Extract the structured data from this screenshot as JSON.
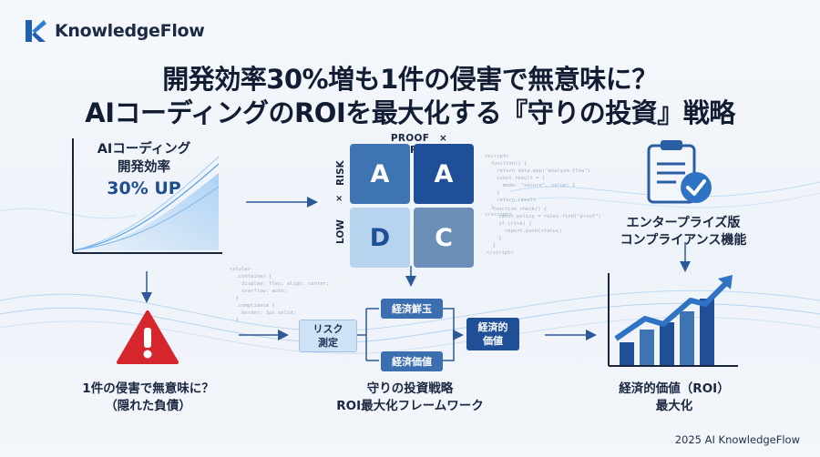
{
  "brand": {
    "name": "KnowledgeFlow"
  },
  "title": {
    "line1": "開発効率30%増も1件の侵害で無意味に？",
    "line2": "AIコーディングのROIを最大化する『守りの投資』戦略"
  },
  "efficiency": {
    "line1": "AIコーディング",
    "line2": "開発効率",
    "highlight": "30% UP"
  },
  "matrix": {
    "top_label": "PROOF　× AWARENESS",
    "left_label_top": "RISK",
    "left_label_mid": "×",
    "left_label_bottom": "LOW",
    "cells": [
      {
        "letter": "A",
        "color": "#3f74b3"
      },
      {
        "letter": "A",
        "color": "#1f4f96"
      },
      {
        "letter": "D",
        "color": "#b8d3ee"
      },
      {
        "letter": "C",
        "color": "#6b8fb7"
      }
    ]
  },
  "compliance": {
    "line1": "エンタープライズ版",
    "line2": "コンプライアンス機能"
  },
  "risk": {
    "line1": "1件の侵害で無意味に？",
    "line2": "（隠れた負債）"
  },
  "framework": {
    "measure": "リスク\n測定",
    "top_node": "経済鮮玉",
    "bottom_node": "経済価値",
    "result": "経済的\n価値",
    "caption1": "守りの投資戦略",
    "caption2": "ROI最大化フレームワーク"
  },
  "roi": {
    "line1": "経済的価値（ROI）",
    "line2": "最大化"
  },
  "footer": "2025 AI KnowledgeFlow",
  "colors": {
    "navy": "#1f4f96",
    "mid": "#3f74b3",
    "light": "#c9def3",
    "red": "#d6262d"
  }
}
